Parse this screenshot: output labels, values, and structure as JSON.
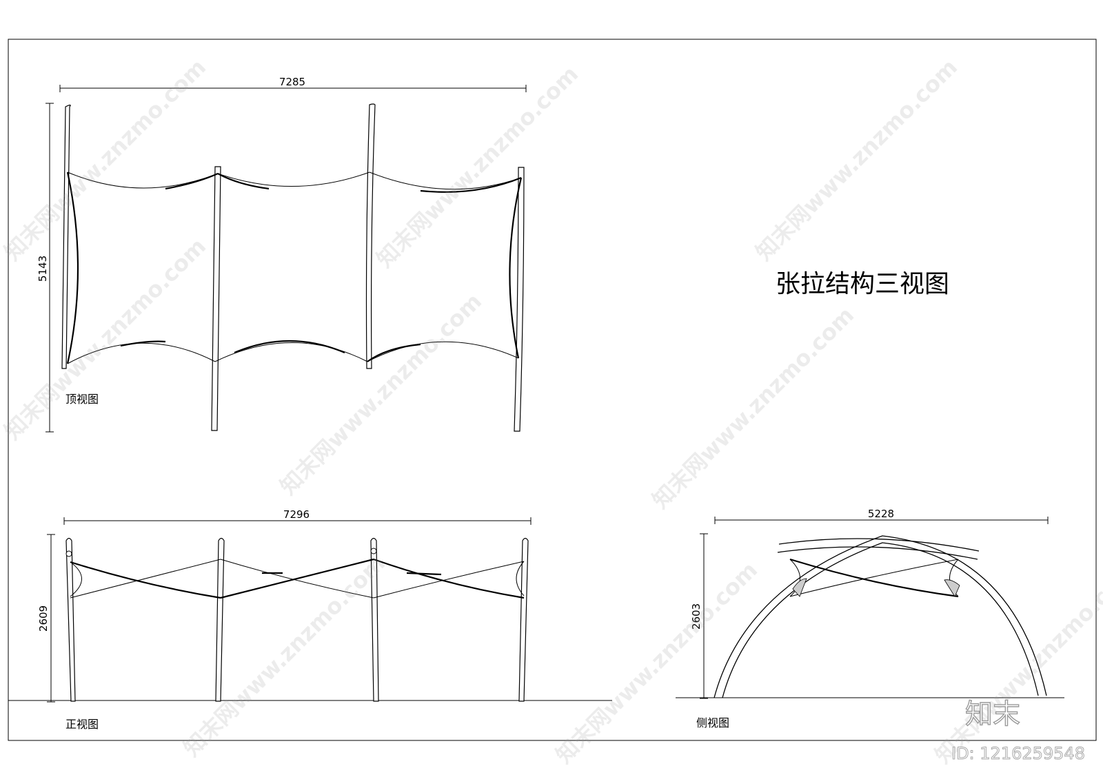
{
  "title": "张拉结构三视图",
  "views": {
    "top": {
      "label": "顶视图",
      "width_dim": "7285",
      "height_dim": "5143"
    },
    "front": {
      "label": "正视图",
      "width_dim": "7296",
      "height_dim": "2609"
    },
    "side": {
      "label": "侧视图",
      "width_dim": "5228",
      "height_dim": "2603"
    }
  },
  "watermark": {
    "text": "知末网www.znzmo.com",
    "brand": "知末",
    "id": "ID: 1216259548"
  }
}
